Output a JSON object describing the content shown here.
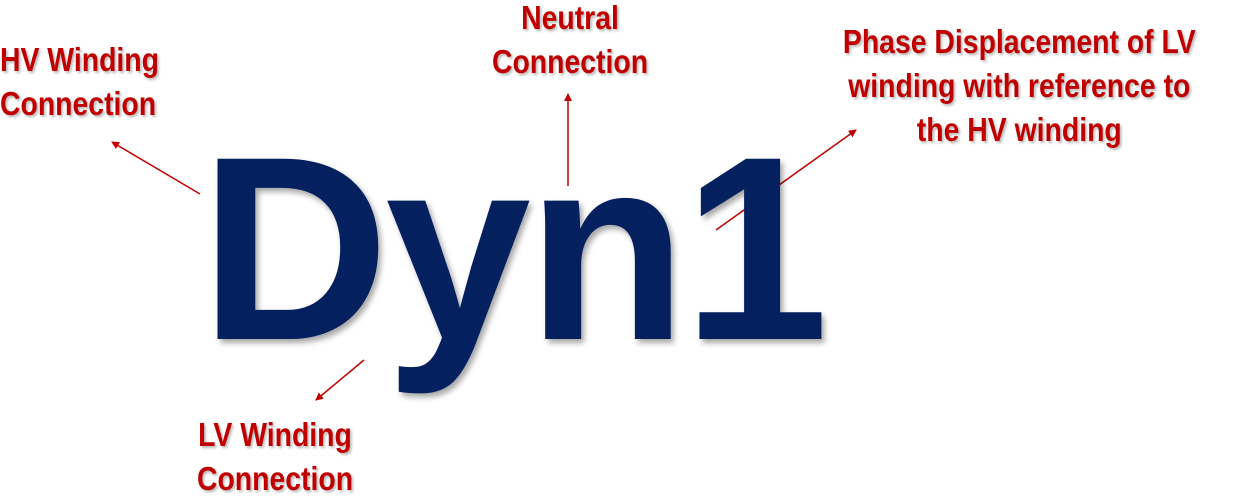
{
  "colors": {
    "code": "#05205f",
    "annotation": "#c00000"
  },
  "code": "Dyn1",
  "annotations": {
    "hv": {
      "lines": [
        "HV Winding",
        "Connection"
      ]
    },
    "neutral": {
      "lines": [
        "Neutral",
        "Connection"
      ]
    },
    "phase": {
      "lines": [
        "Phase Displacement of LV",
        "winding with reference to",
        "the HV winding"
      ]
    },
    "lv": {
      "lines": [
        "LV Winding",
        "Connection"
      ]
    }
  }
}
